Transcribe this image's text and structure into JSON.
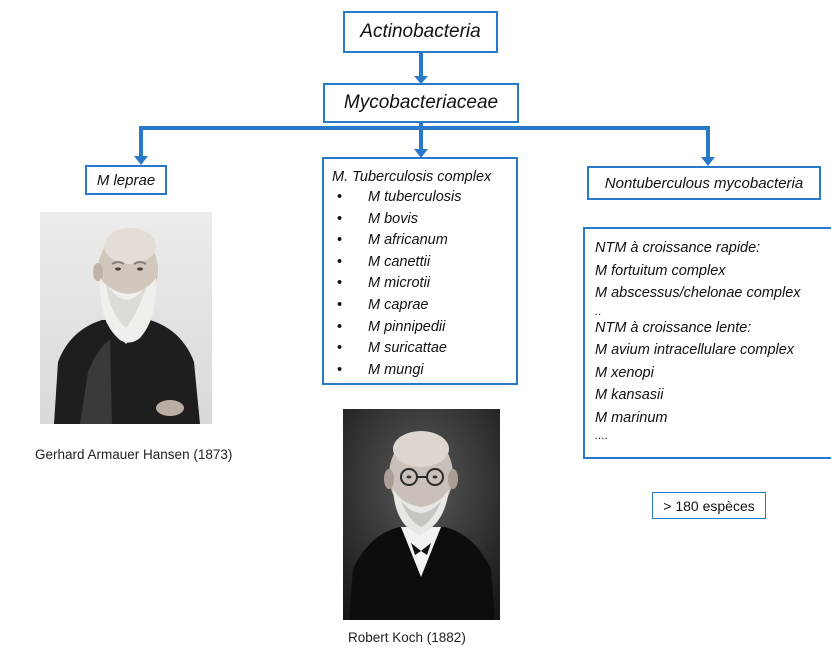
{
  "diagram": {
    "root": "Actinobacteria",
    "family": "Mycobacteriaceae",
    "leprae_branch": "M leprae",
    "tb_complex": {
      "title": "M. Tuberculosis complex",
      "bullet": "•",
      "species": [
        "M tuberculosis",
        "M bovis",
        "M africanum",
        "M canettii",
        "M microtii",
        "M caprae",
        "M pinnipedii",
        "M suricattae",
        "M mungi"
      ]
    },
    "ntm_branch": "Nontuberculous mycobacteria",
    "ntm_list": {
      "rapid_header": "NTM à croissance rapide:",
      "rapid": [
        "M fortuitum complex",
        "M abscessus/chelonae complex"
      ],
      "rapid_more": "..",
      "slow_header": "NTM à croissance lente:",
      "slow": [
        "M avium intracellulare complex",
        "M xenopi",
        "M kansasii",
        "M marinum"
      ],
      "slow_more": "...."
    },
    "species_count": "> 180 espèces"
  },
  "captions": {
    "hansen": "Gerhard Armauer Hansen (1873)",
    "koch": "Robert Koch (1882)"
  },
  "colors": {
    "connector": "#2a78c8",
    "box_border": "#2a78c8"
  }
}
